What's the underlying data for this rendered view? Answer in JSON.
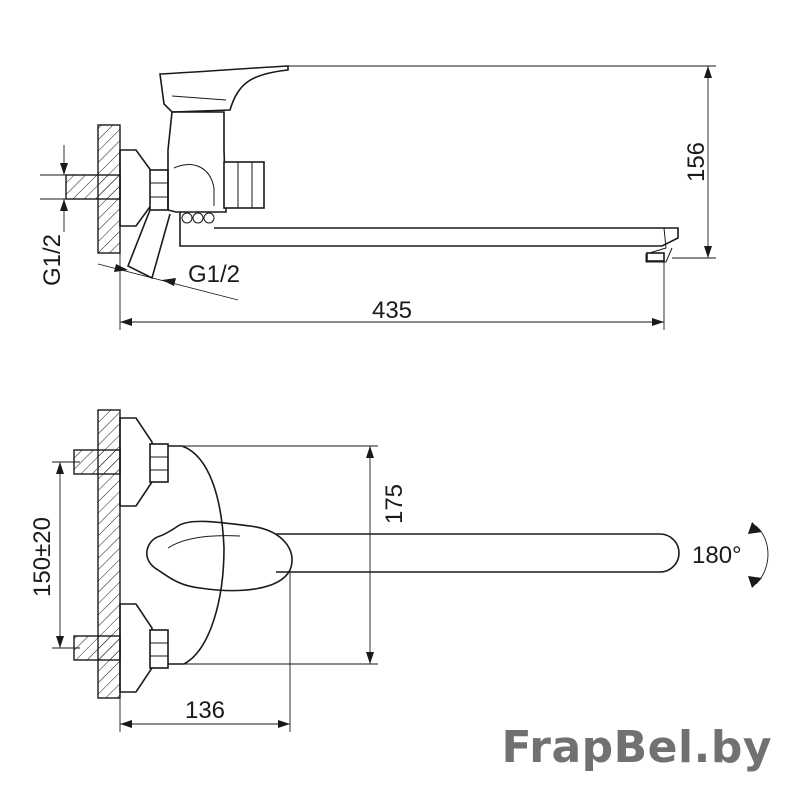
{
  "dimensions": {
    "total_height": "156",
    "inlet_thread_left": "G1/2",
    "inlet_thread_body": "G1/2",
    "total_length": "435",
    "body_height": "175",
    "center_distance": "150±20",
    "rotation": "180°",
    "body_projection": "136"
  },
  "watermark": "FrapBel.by"
}
